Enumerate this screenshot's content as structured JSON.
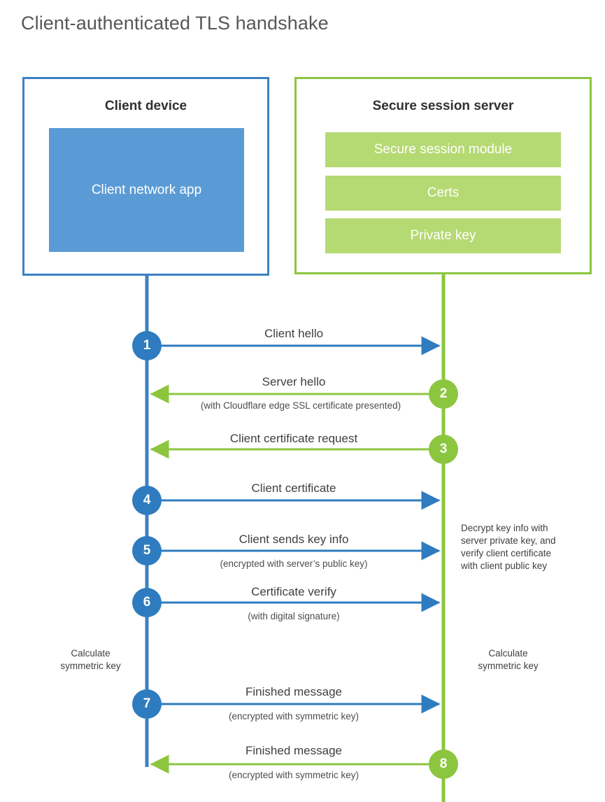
{
  "title": "Client-authenticated TLS handshake",
  "colors": {
    "client_border": "#3c81c4",
    "client_fill": "#5b9bd5",
    "client_accent": "#2e7cbf",
    "server_border": "#8cc63f",
    "server_fill": "#b5d973",
    "server_accent": "#8cc63f",
    "text": "#3d4043",
    "title_text": "#55585b"
  },
  "client": {
    "title": "Client device",
    "app_label": "Client network app"
  },
  "server": {
    "title": "Secure session server",
    "components": [
      "Secure session module",
      "Certs",
      "Private key"
    ]
  },
  "steps": [
    {
      "number": "1",
      "origin": "client",
      "direction": "right",
      "label": "Client hello",
      "sublabel": ""
    },
    {
      "number": "2",
      "origin": "server",
      "direction": "left",
      "label": "Server hello",
      "sublabel": "(with Cloudflare edge SSL certificate presented)"
    },
    {
      "number": "3",
      "origin": "server",
      "direction": "left",
      "label": "Client certificate request",
      "sublabel": ""
    },
    {
      "number": "4",
      "origin": "client",
      "direction": "right",
      "label": "Client certificate",
      "sublabel": ""
    },
    {
      "number": "5",
      "origin": "client",
      "direction": "right",
      "label": "Client sends key info",
      "sublabel": "(encrypted with server’s public key)"
    },
    {
      "number": "6",
      "origin": "client",
      "direction": "right",
      "label": "Certificate verify",
      "sublabel": "(with digital signature)"
    },
    {
      "number": "7",
      "origin": "client",
      "direction": "right",
      "label": "Finished message",
      "sublabel": "(encrypted with symmetric key)"
    },
    {
      "number": "8",
      "origin": "server",
      "direction": "left",
      "label": "Finished message",
      "sublabel": "(encrypted with symmetric key)"
    }
  ],
  "annotations": {
    "server_decrypt": "Decrypt key info with server private key, and verify client certificate with client public key",
    "server_decrypt_lines": [
      "Decrypt key info with",
      "server private key, and",
      "verify client certificate",
      "with client public key"
    ],
    "client_calculate_lines": [
      "Calculate",
      "symmetric key"
    ],
    "server_calculate_lines": [
      "Calculate",
      "symmetric key"
    ]
  }
}
